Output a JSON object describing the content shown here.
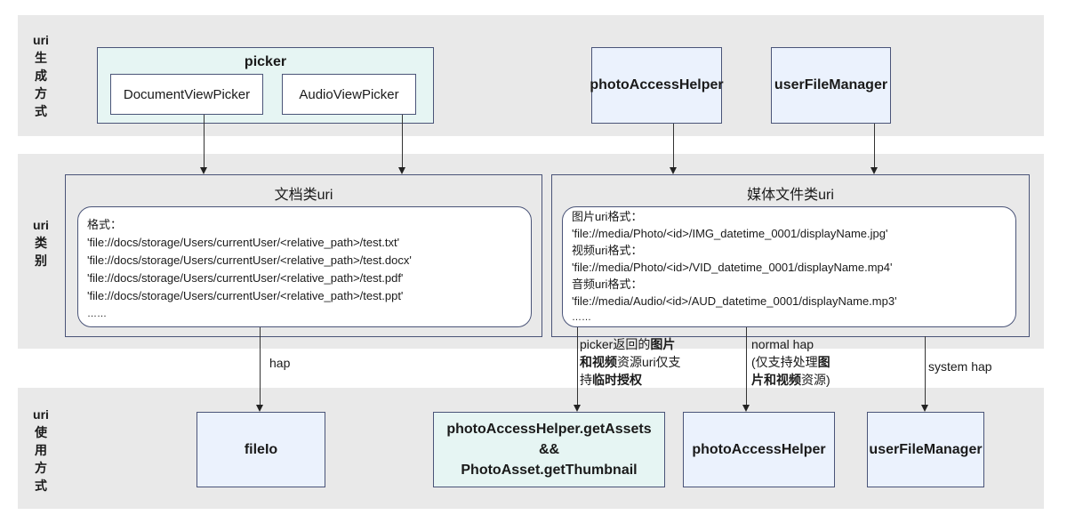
{
  "bands": {
    "generation": {
      "label": [
        "uri",
        "生",
        "成",
        "方",
        "式"
      ]
    },
    "category": {
      "label": [
        "uri",
        "类",
        "别"
      ]
    },
    "usage": {
      "label": [
        "uri",
        "使",
        "用",
        "方",
        "式"
      ]
    }
  },
  "generation": {
    "picker": {
      "title": "picker",
      "document_view_picker": "DocumentViewPicker",
      "audio_view_picker": "AudioViewPicker"
    },
    "photo_access_helper": "photoAccessHelper",
    "user_file_manager": "userFileManager"
  },
  "category": {
    "document_uri": {
      "title": "文档类uri",
      "lines": [
        "格式：",
        "'file://docs/storage/Users/currentUser/<relative_path>/test.txt'",
        "'file://docs/storage/Users/currentUser/<relative_path>/test.docx'",
        "'file://docs/storage/Users/currentUser/<relative_path>/test.pdf'",
        "'file://docs/storage/Users/currentUser/<relative_path>/test.ppt'",
        "……"
      ]
    },
    "media_uri": {
      "title": "媒体文件类uri",
      "lines": [
        "图片uri格式：",
        "'file://media/Photo/<id>/IMG_datetime_0001/displayName.jpg'",
        "视频uri格式：",
        "'file://media/Photo/<id>/VID_datetime_0001/displayName.mp4'",
        "音频uri格式：",
        "'file://media/Audio/<id>/AUD_datetime_0001/displayName.mp3'",
        "……"
      ]
    }
  },
  "edges": {
    "hap": "hap",
    "picker_note": {
      "line1_normal": "picker返回的",
      "line1_bold": "图片",
      "line2_bold": "和视频",
      "line2_normal": "资源uri仅支",
      "line3_normal": "持",
      "line3_bold": "临时授权"
    },
    "normal_hap": {
      "line1": "normal hap",
      "line2_normal": "(仅支持处理",
      "line2_bold": "图",
      "line3_bold": "片和视频",
      "line3_normal": "资源)"
    },
    "system_hap": "system hap"
  },
  "usage": {
    "file_io": "fileIo",
    "get_assets": [
      "photoAccessHelper.getAssets",
      "&&",
      "PhotoAsset.getThumbnail"
    ],
    "photo_access_helper": "photoAccessHelper",
    "user_file_manager": "userFileManager"
  },
  "colors": {
    "band_bg": "#e9e9e9",
    "box_border": "#4a5478",
    "blue_fill": "#ebf2fd",
    "mint_fill": "#e6f5f3"
  }
}
